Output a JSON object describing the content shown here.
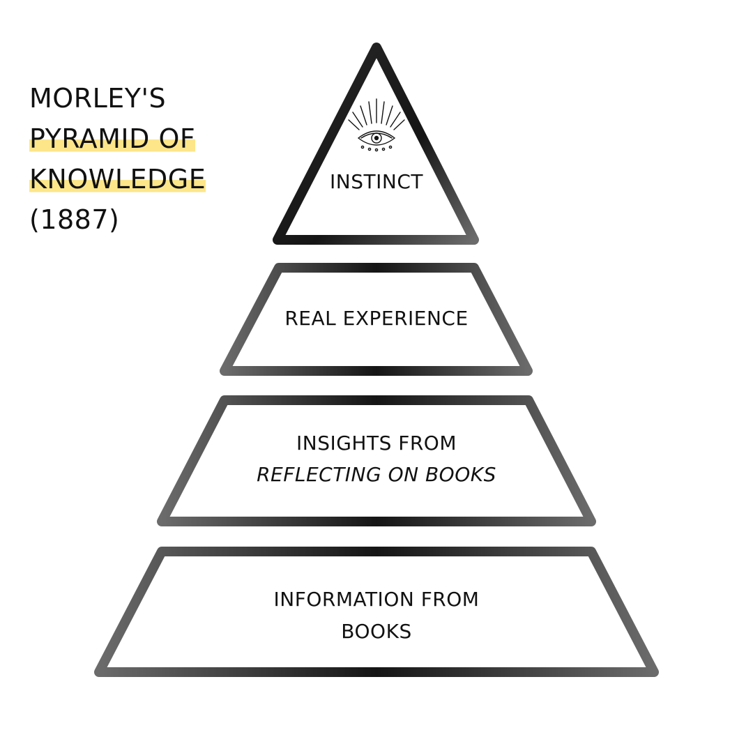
{
  "title": {
    "line1": "MORLEY'S",
    "line2": "PYRAMID OF",
    "line3": "KNOWLEDGE",
    "line4": "(1887)",
    "highlight_color": "#fde68a"
  },
  "tiers": [
    {
      "lines": [
        "INSTINCT"
      ],
      "icon": "all-seeing-eye-icon"
    },
    {
      "lines": [
        "REAL EXPERIENCE"
      ]
    },
    {
      "lines": [
        "INSIGHTS FROM",
        "REFLECTING ON BOOKS"
      ]
    },
    {
      "lines": [
        "INFORMATION FROM",
        "BOOKS"
      ]
    }
  ],
  "colors": {
    "stroke_dark": "#1a1a1a",
    "stroke_light": "#6b6b6b",
    "text": "#111111"
  }
}
